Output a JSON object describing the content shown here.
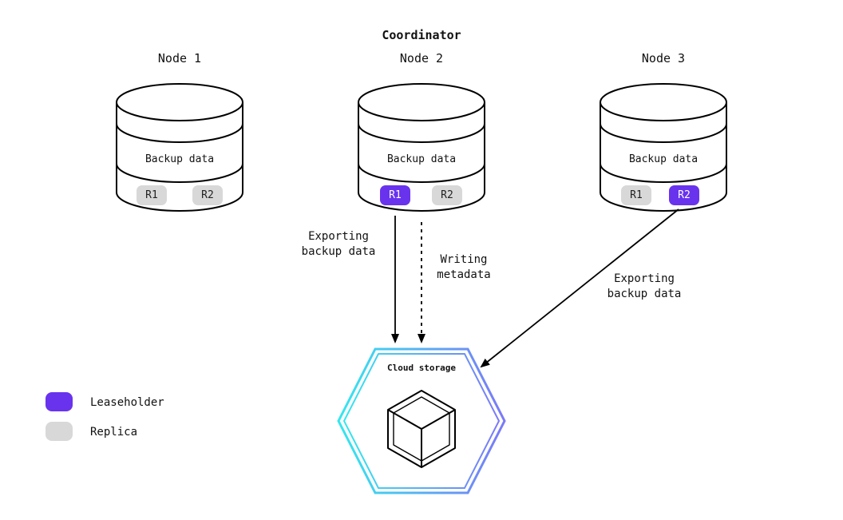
{
  "title": "Coordinator",
  "nodes": [
    {
      "name": "Node 1",
      "section_label": "Backup data",
      "replicas": [
        {
          "id": "R1",
          "role": "replica"
        },
        {
          "id": "R2",
          "role": "replica"
        }
      ]
    },
    {
      "name": "Node 2",
      "section_label": "Backup data",
      "replicas": [
        {
          "id": "R1",
          "role": "leaseholder"
        },
        {
          "id": "R2",
          "role": "replica"
        }
      ]
    },
    {
      "name": "Node 3",
      "section_label": "Backup data",
      "replicas": [
        {
          "id": "R1",
          "role": "replica"
        },
        {
          "id": "R2",
          "role": "leaseholder"
        }
      ]
    }
  ],
  "edges": [
    {
      "from": "Node 2 R1",
      "to": "Cloud storage",
      "style": "solid",
      "line1": "Exporting",
      "line2": "backup data"
    },
    {
      "from": "Node 2",
      "to": "Cloud storage",
      "style": "dashed",
      "line1": "Writing",
      "line2": "metadata"
    },
    {
      "from": "Node 3 R2",
      "to": "Cloud storage",
      "style": "solid",
      "line1": "Exporting",
      "line2": "backup data"
    }
  ],
  "cloud_storage": {
    "label": "Cloud storage",
    "icon": "cube-icon"
  },
  "legend": [
    {
      "label": "Leaseholder",
      "color": "#6933ee"
    },
    {
      "label": "Replica",
      "color": "#d8d8d8"
    }
  ],
  "colors": {
    "leaseholder": "#6933ee",
    "replica": "#d8d8d8",
    "line": "#000000",
    "hexagon_gradient_start": "#35e7ee",
    "hexagon_gradient_end": "#7b79f7"
  }
}
